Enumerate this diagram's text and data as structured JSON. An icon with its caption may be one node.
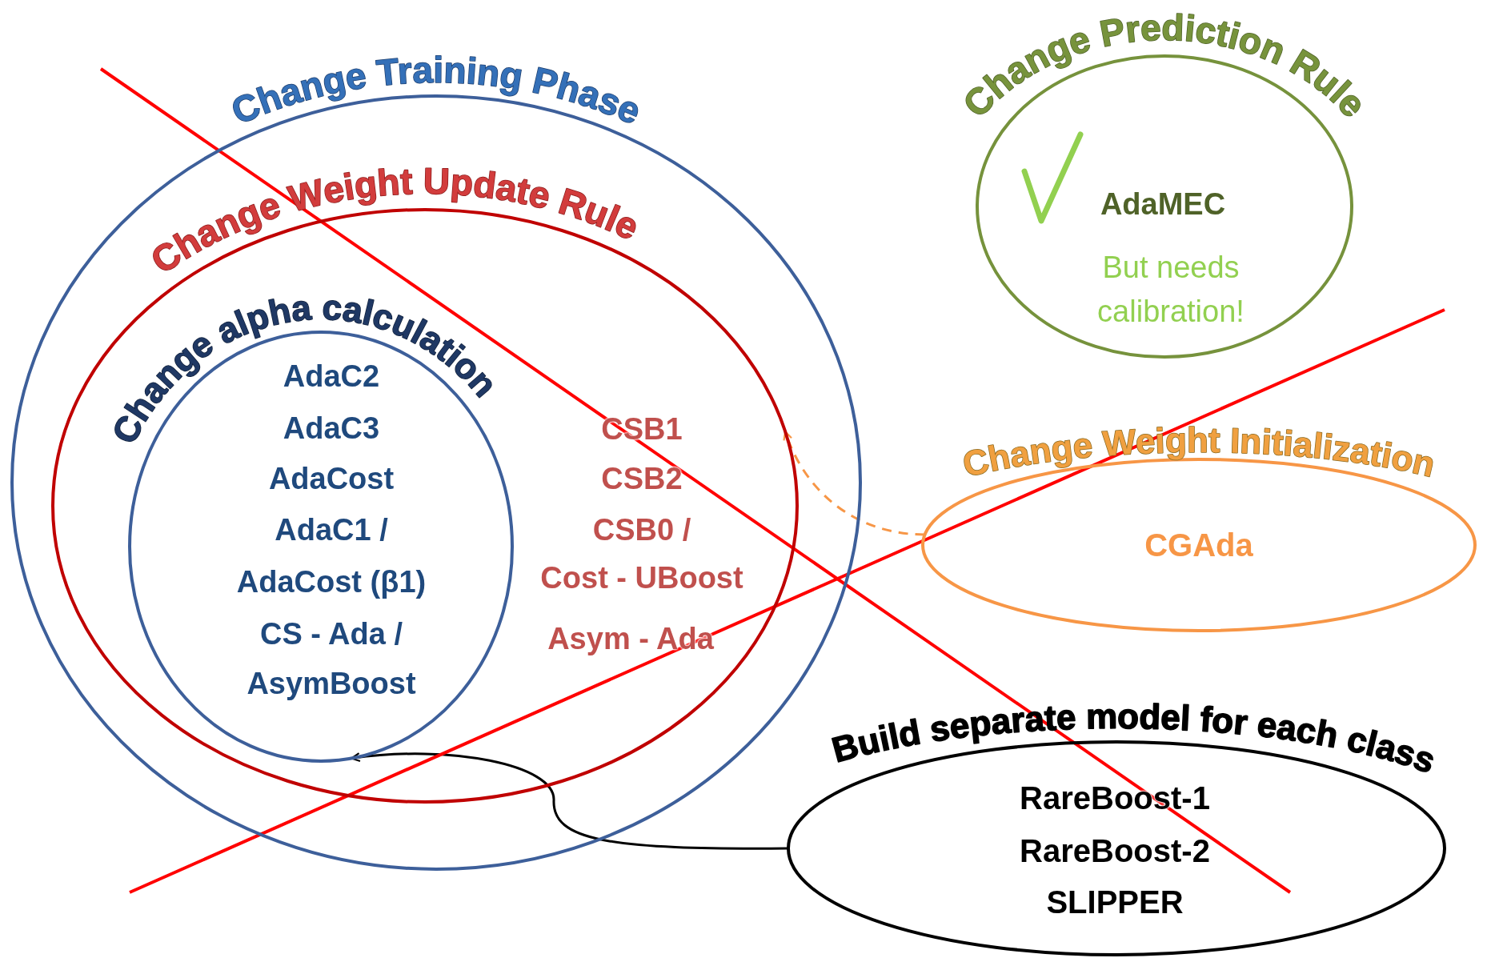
{
  "diagram": {
    "nodes": [
      {
        "text": [
          "Change Training Phase"
        ]
      },
      {
        "text": [
          "Change Weight Update Rule",
          "CSB1",
          "CSB2",
          "CSB0 /",
          "Cost - UBoost",
          "Asym - Ada"
        ],
        "in": 0
      },
      {
        "text": [
          "Change alpha calculation",
          "AdaC2",
          "AdaC3",
          "AdaCost",
          "AdaC1 /",
          "AdaCost (β1)",
          "CS - Ada /",
          "AsymBoost"
        ],
        "in": 1
      },
      {
        "text": [
          "Change Prediction Rule",
          "AdaMEC",
          "But needs calibration!"
        ]
      },
      {
        "text": [
          "Change Weight Initialization",
          "CGAda"
        ]
      },
      {
        "text": [
          "Build separate model for each class",
          "RareBoost-1",
          "RareBoost-2",
          "SLIPPER"
        ]
      }
    ],
    "edges": [
      {
        "from": 4,
        "to": 1,
        "arrow": "to",
        "style": "dashed",
        "color": "#f79646"
      },
      {
        "from": 5,
        "to": 2,
        "arrow": "to",
        "color": "#000000"
      }
    ]
  }
}
